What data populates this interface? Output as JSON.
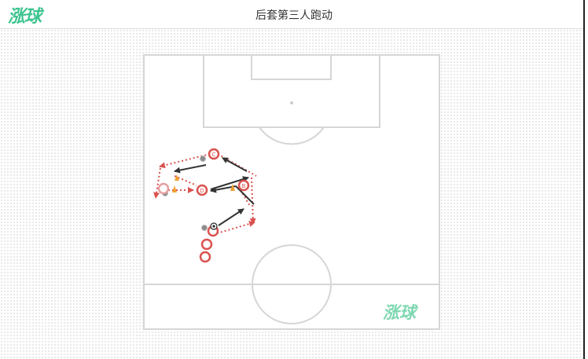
{
  "header": {
    "logo_text": "涨球",
    "title": "后套第三人跑动"
  },
  "watermark_text": "涨球",
  "players": {
    "c": "C",
    "d": "D",
    "b": "B"
  },
  "colors": {
    "accent": "#3cc48f",
    "pitch_line": "#d6d6d6",
    "player": "#d9534f",
    "pass_arrow": "#333333",
    "run_arrow": "#d9534f",
    "cone": "#f0a030"
  }
}
